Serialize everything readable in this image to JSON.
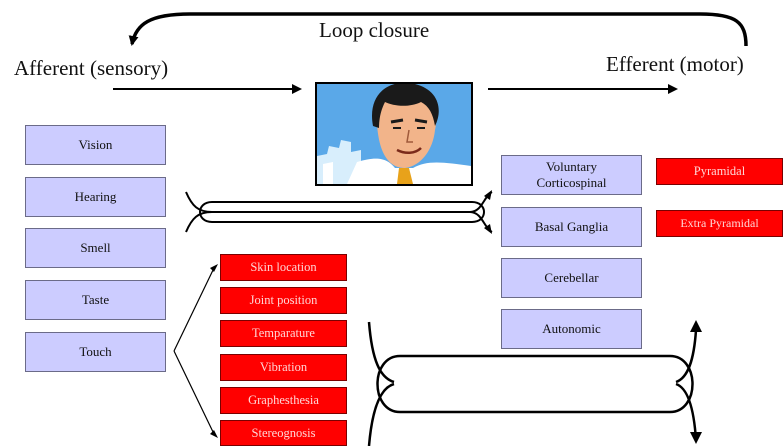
{
  "diagram": {
    "loop_label": "Loop closure",
    "afferent_label": "Afferent (sensory)",
    "efferent_label": "Efferent (motor)",
    "senses": [
      "Vision",
      "Hearing",
      "Smell",
      "Taste",
      "Touch"
    ],
    "touch_modalities": [
      "Skin location",
      "Joint position",
      "Temparature",
      "Vibration",
      "Graphesthesia",
      "Stereognosis"
    ],
    "motor_systems": {
      "voluntary_line1": "Voluntary",
      "voluntary_line2": "Corticospinal",
      "basal": "Basal Ganglia",
      "cerebellar": "Cerebellar",
      "autonomic": "Autonomic"
    },
    "tracts": [
      "Pyramidal",
      "Extra Pyramidal"
    ]
  },
  "colors": {
    "sense_fill": "#ccccff",
    "tract_fill": "#ff0000",
    "sky": "#5aa8e8"
  },
  "icons": {
    "portrait": "man-cartoon-portrait"
  }
}
